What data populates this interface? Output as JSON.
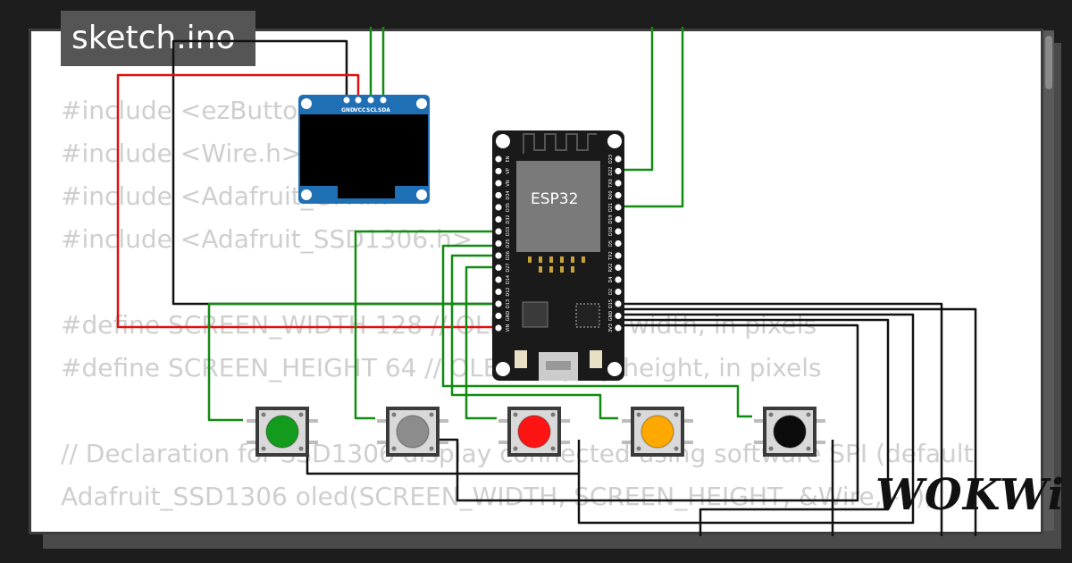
{
  "editor": {
    "file_tab": "sketch.ino",
    "lines": [
      "#include <ezButton.h>",
      "#include <Wire.h>",
      "#include <Adafruit_GFX.h>",
      "#include <Adafruit_SSD1306.h>",
      "",
      "#define SCREEN_WIDTH 128 // OLED display width, in pixels",
      "#define SCREEN_HEIGHT 64 // OLED display height, in pixels",
      "",
      "// Declaration for SSD1306 display connected using software SPI (default",
      "Adafruit_SSD1306 oled(SCREEN_WIDTH, SCREEN_HEIGHT, &Wire, -1);"
    ]
  },
  "oled": {
    "pins": [
      "GND",
      "VCC",
      "SCL",
      "SDA"
    ]
  },
  "esp32": {
    "label": "ESP32",
    "left_pins": [
      "EN",
      "VP",
      "VN",
      "D34",
      "D35",
      "D32",
      "D33",
      "D25",
      "D26",
      "D27",
      "D14",
      "D12",
      "D13",
      "GND",
      "VIN"
    ],
    "right_pins": [
      "D23",
      "D22",
      "TX0",
      "RX0",
      "D21",
      "D19",
      "D18",
      "D5",
      "TX2",
      "RX2",
      "D4",
      "D2",
      "D15",
      "GND",
      "3V3"
    ]
  },
  "buttons": [
    {
      "name": "green",
      "color": "#129b1d"
    },
    {
      "name": "gray",
      "color": "#8c8c8c"
    },
    {
      "name": "red",
      "color": "#ff1414"
    },
    {
      "name": "orange",
      "color": "#ffa800"
    },
    {
      "name": "black",
      "color": "#0c0c0c"
    }
  ],
  "brand": {
    "logo": "WOKWi"
  },
  "colors": {
    "wire_green": "#118c11",
    "wire_red": "#e01010",
    "wire_black": "#111111",
    "oled_board": "#1f6fb5",
    "esp_board": "#1a1a1a"
  }
}
